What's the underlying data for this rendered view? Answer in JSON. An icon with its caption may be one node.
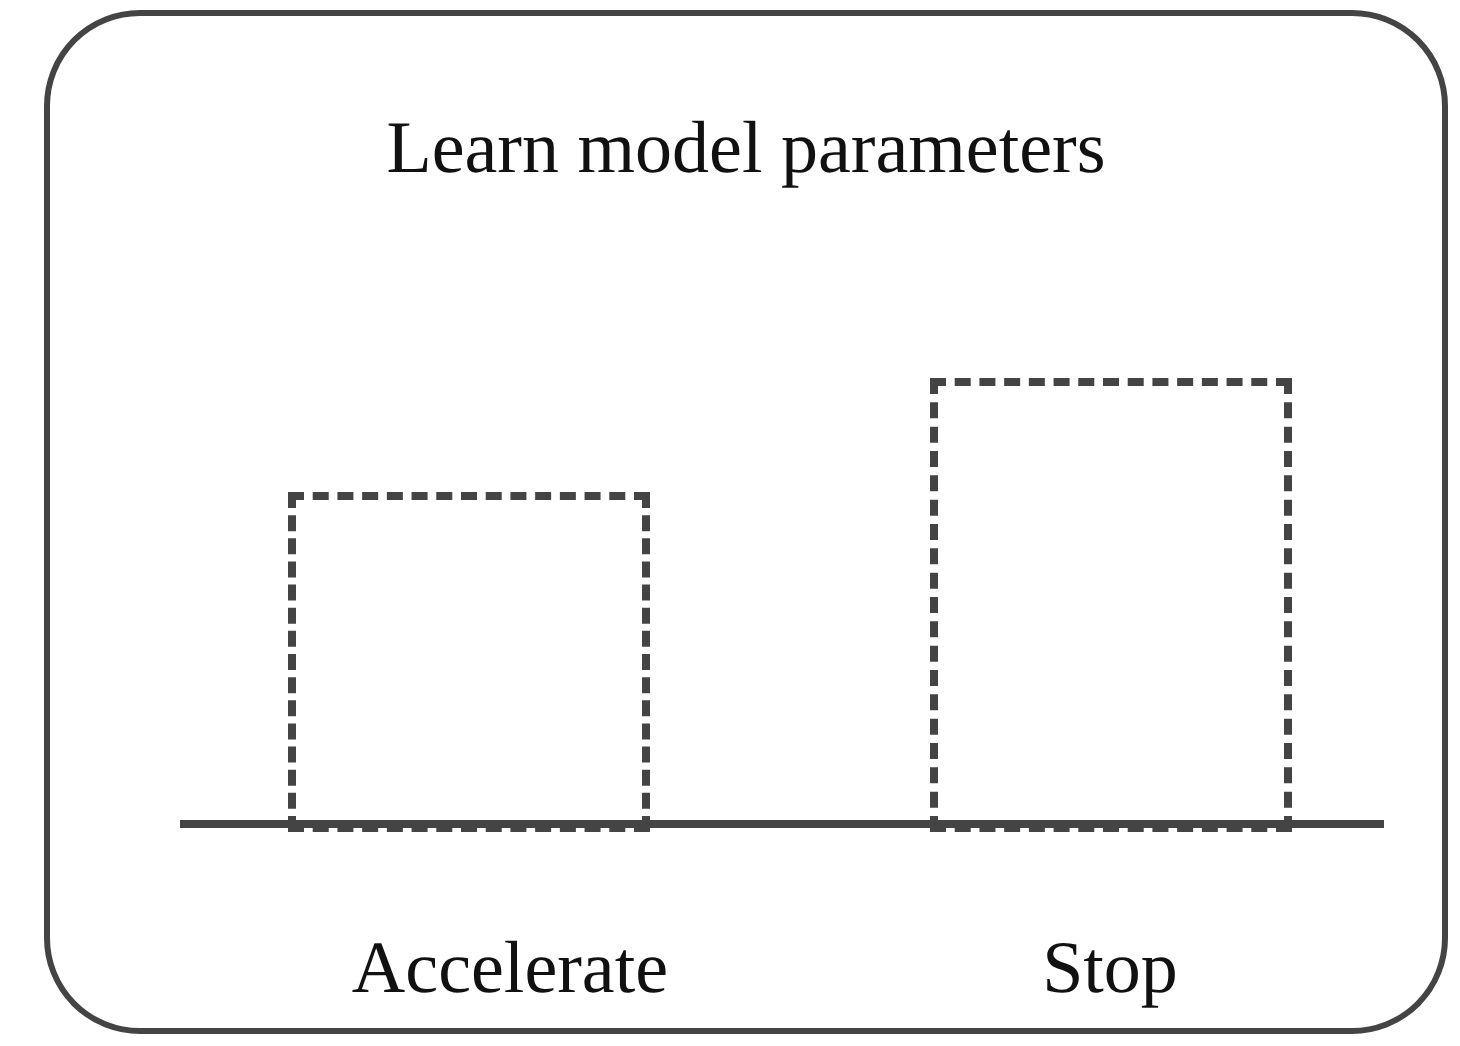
{
  "diagram": {
    "nodes": [
      {
        "text": [
          "Learn model parameters"
        ]
      },
      {
        "text": [],
        "shape": "box",
        "in": 0,
        "beside": [
          "Accelerate"
        ]
      },
      {
        "text": [],
        "shape": "box",
        "in": 0,
        "beside": [
          "Stop"
        ]
      }
    ]
  }
}
